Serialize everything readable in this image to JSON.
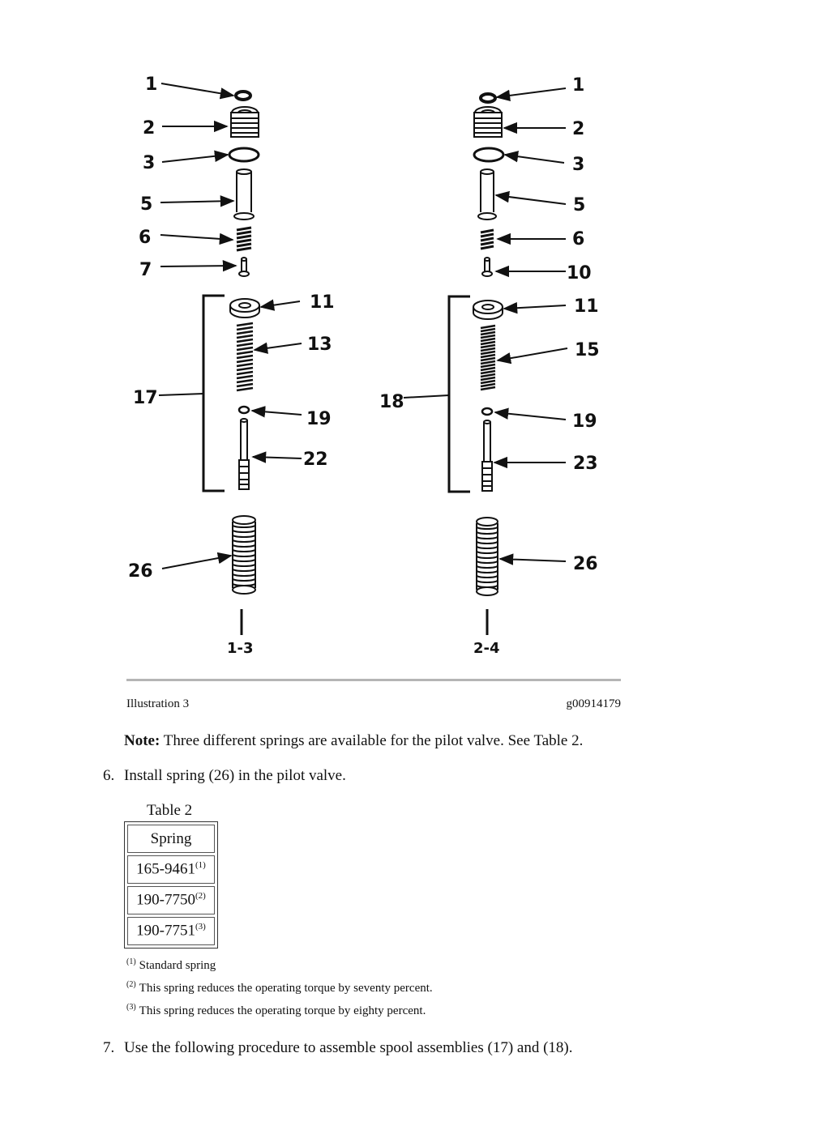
{
  "diagram": {
    "left_labels": [
      "1",
      "2",
      "3",
      "5",
      "6",
      "7",
      "11",
      "13",
      "17",
      "19",
      "22",
      "26"
    ],
    "right_labels": [
      "1",
      "2",
      "3",
      "5",
      "6",
      "10",
      "11",
      "15",
      "18",
      "19",
      "23",
      "26"
    ],
    "left_bottom": "1-3",
    "right_bottom": "2-4"
  },
  "caption": {
    "illustration": "Illustration 3",
    "graphic_id": "g00914179"
  },
  "note": {
    "label": "Note:",
    "text": "Three different springs are available for the pilot valve. See Table 2."
  },
  "steps": [
    {
      "num": "6.",
      "text": "Install spring (26) in the pilot valve."
    },
    {
      "num": "7.",
      "text": "Use the following procedure to assemble spool assemblies (17) and (18)."
    }
  ],
  "table": {
    "title": "Table 2",
    "header": "Spring",
    "rows": [
      {
        "part": "165-9461",
        "ref": "(1)"
      },
      {
        "part": "190-7750",
        "ref": "(2)"
      },
      {
        "part": "190-7751",
        "ref": "(3)"
      }
    ]
  },
  "footnotes": [
    {
      "ref": "(1)",
      "text": "Standard spring"
    },
    {
      "ref": "(2)",
      "text": "This spring reduces the operating torque by seventy percent."
    },
    {
      "ref": "(3)",
      "text": "This spring reduces the operating torque by eighty percent."
    }
  ]
}
